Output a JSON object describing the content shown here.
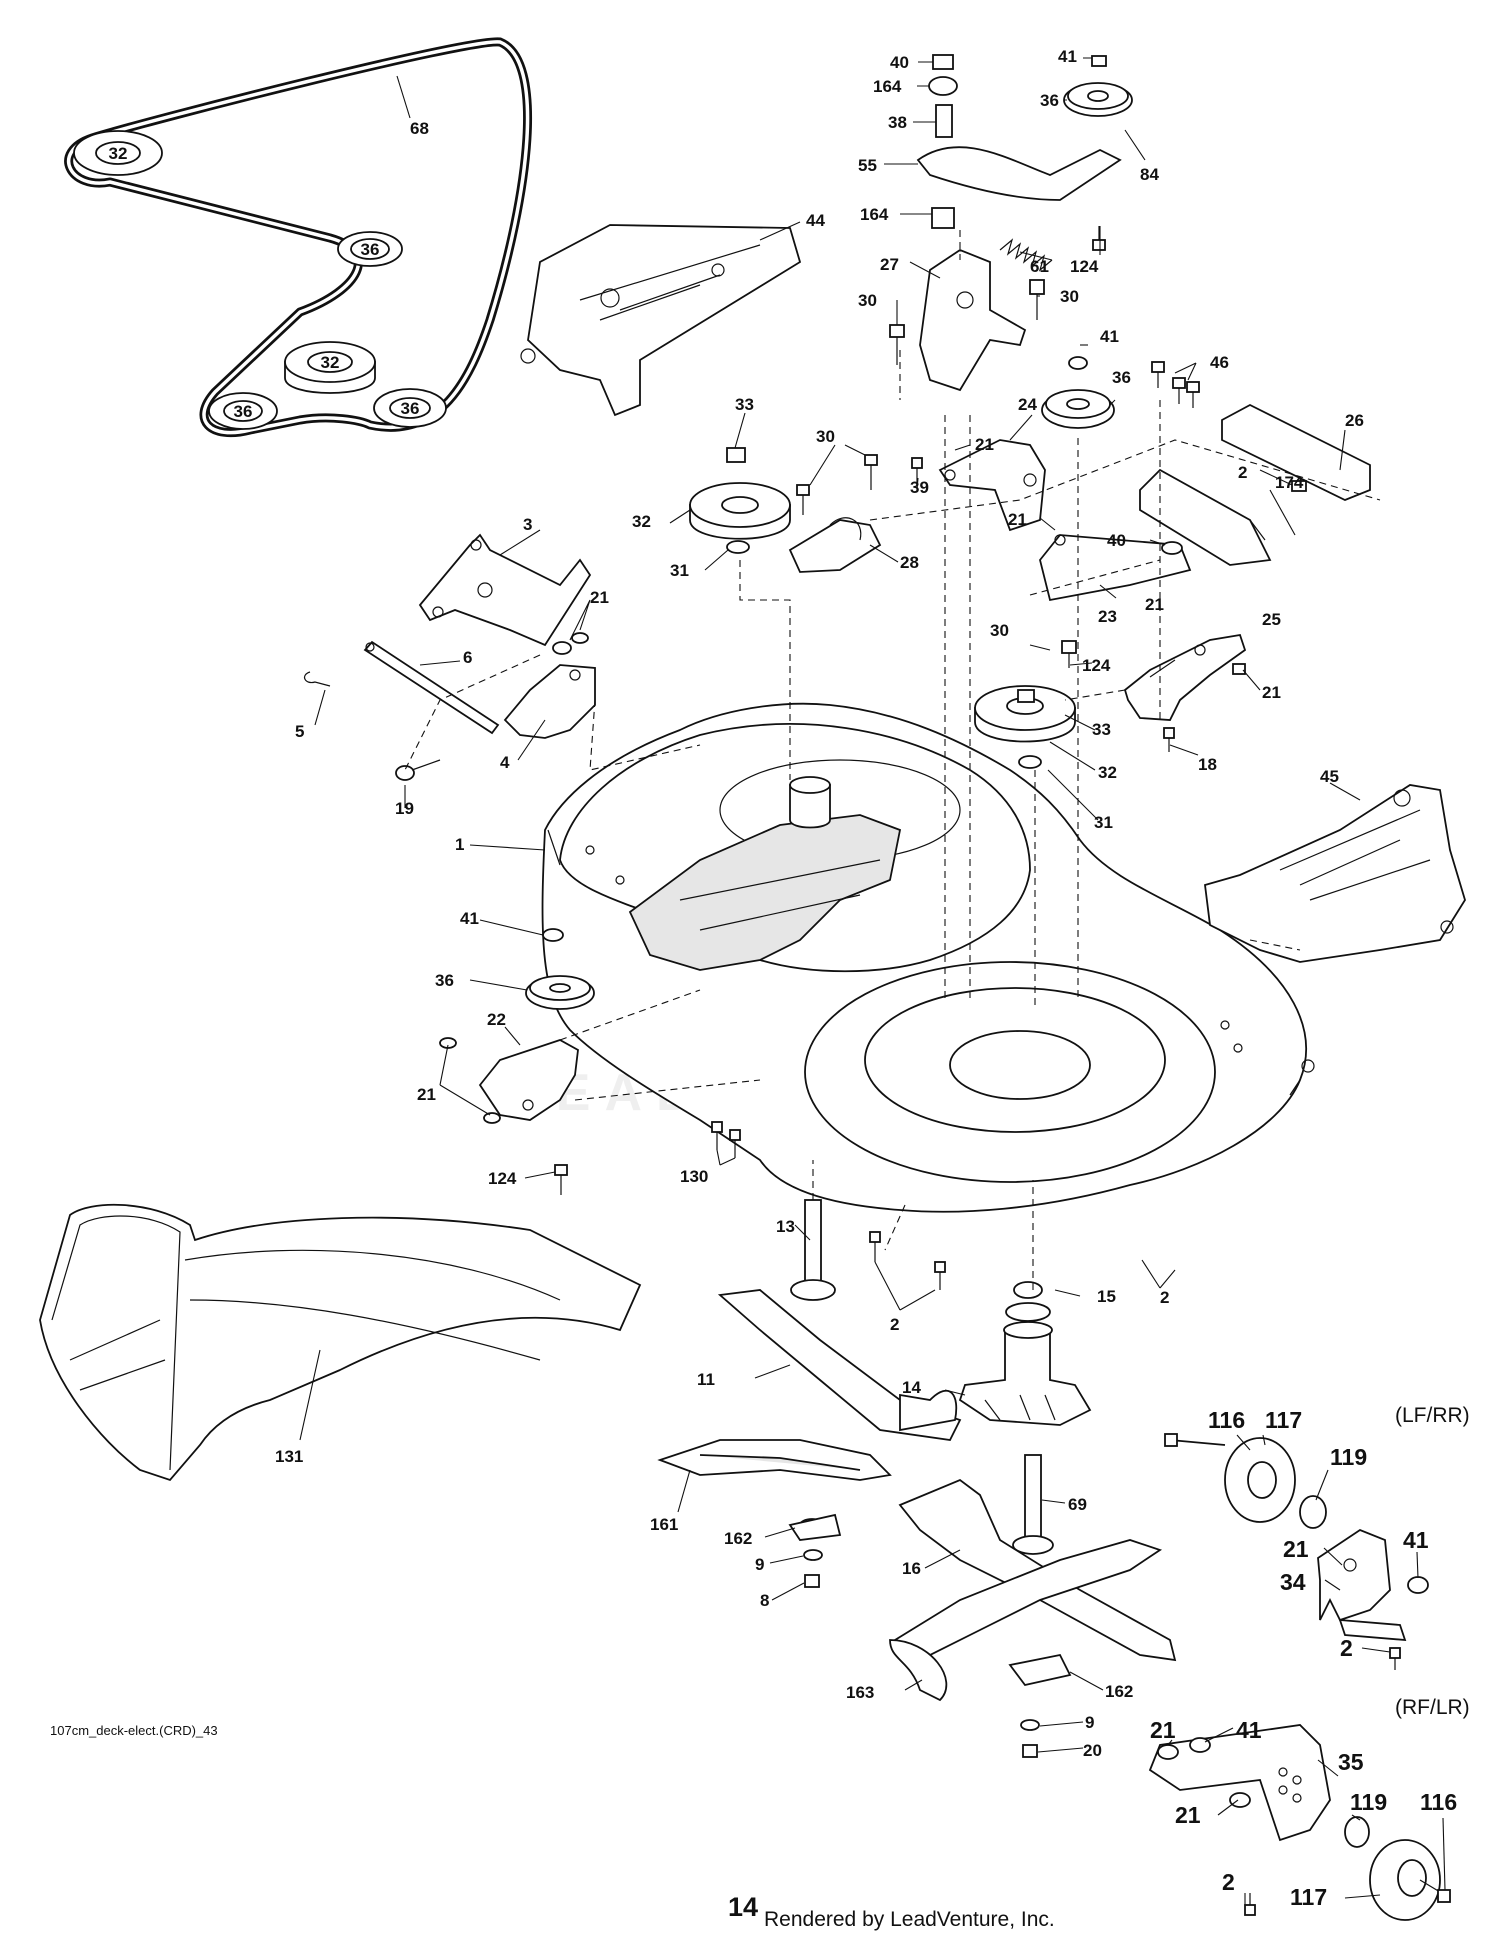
{
  "diagram": {
    "drawing_code": "107cm_deck-elect.(CRD)_43",
    "page_number": "14",
    "render_credit": "Rendered by LeadVenture, Inc.",
    "watermark": "LEADVENTURE",
    "variant_labels": {
      "lf_rr": "(LF/RR)",
      "rf_lr": "(RF/LR)"
    },
    "belt_callouts": {
      "belt": "68",
      "pulley_a": "32",
      "pulley_b": "36",
      "pulley_c": "32",
      "pulley_d": "36",
      "pulley_e": "36"
    },
    "callouts": [
      "40",
      "164",
      "38",
      "55",
      "164",
      "41",
      "36",
      "84",
      "61",
      "124",
      "44",
      "27",
      "30",
      "30",
      "41",
      "36",
      "46",
      "26",
      "2",
      "174",
      "33",
      "30",
      "32",
      "31",
      "28",
      "39",
      "21",
      "24",
      "21",
      "40",
      "23",
      "3",
      "21",
      "6",
      "5",
      "4",
      "19",
      "30",
      "124",
      "21",
      "25",
      "21",
      "33",
      "32",
      "31",
      "18",
      "45",
      "1",
      "41",
      "36",
      "22",
      "21",
      "124",
      "130",
      "13",
      "2",
      "15",
      "2",
      "11",
      "14",
      "131",
      "161",
      "162",
      "9",
      "8",
      "69",
      "16",
      "163",
      "162",
      "9",
      "20",
      "116",
      "117",
      "119",
      "21",
      "34",
      "41",
      "2",
      "21",
      "41",
      "35",
      "21",
      "119",
      "116",
      "2",
      "117"
    ]
  }
}
